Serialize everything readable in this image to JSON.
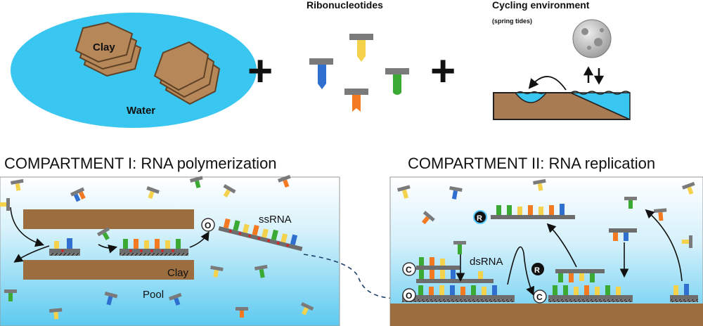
{
  "top": {
    "clay_label": "Clay",
    "water_label": "Water",
    "ribonucleotides_title": "Ribonucleotides",
    "cycling_title": "Cycling environment",
    "cycling_subtitle": "(spring tides)",
    "plus": "+"
  },
  "compartment1": {
    "title": "COMPARTMENT I: RNA polymerization",
    "ssrna_label": "ssRNA",
    "clay_label": "Clay",
    "pool_label": "Pool",
    "o_marker": "O"
  },
  "compartment2": {
    "title": "COMPARTMENT II: RNA replication",
    "dsrna_label": "dsRNA",
    "c_marker": "C",
    "r_marker": "R",
    "o_marker": "O"
  },
  "colors": {
    "clay": "#a87b52",
    "clay_edge": "#6b4a2a",
    "water_oval": "#39c6f0",
    "pool_top": "#ffffff",
    "pool_bottom": "#6ad0f2",
    "nuc_blue": "#2e6fd0",
    "nuc_yellow": "#f4d24c",
    "nuc_orange": "#f47a22",
    "nuc_green": "#3aaa35",
    "backbone": "#6d6d6d",
    "bond": "#e02020"
  }
}
